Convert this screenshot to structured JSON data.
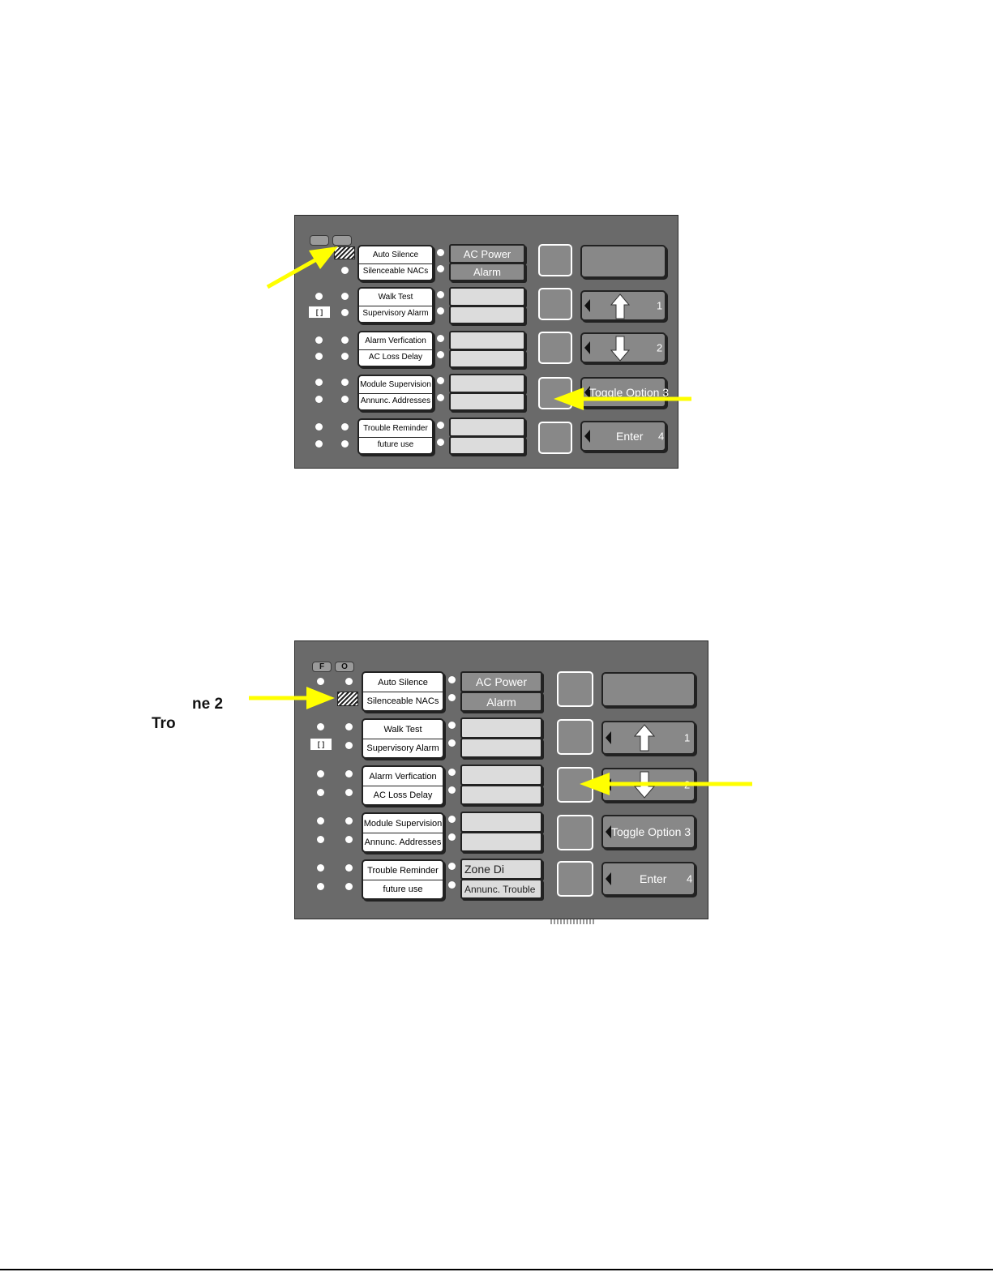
{
  "panel1": {
    "tabs": [
      "",
      ""
    ],
    "option_labels": [
      [
        "Auto Silence",
        "Silenceable NACs"
      ],
      [
        "Walk Test",
        "Supervisory Alarm"
      ],
      [
        "Alarm Verfication",
        "AC Loss Delay"
      ],
      [
        "Module Supervision",
        "Annunc. Addresses"
      ],
      [
        "Trouble Reminder",
        "future use"
      ]
    ],
    "status": [
      [
        "AC Power",
        "Alarm"
      ],
      [
        "",
        ""
      ],
      [
        "",
        ""
      ],
      [
        "",
        ""
      ],
      [
        "",
        ""
      ]
    ],
    "keys": [
      {
        "label": "",
        "num": ""
      },
      {
        "label": "",
        "num": "1",
        "icon": "up-arrow-icon"
      },
      {
        "label": "",
        "num": "2",
        "icon": "down-arrow-icon"
      },
      {
        "label": "Toggle Option 3",
        "num": ""
      },
      {
        "label": "Enter",
        "num": "4"
      }
    ]
  },
  "panel2": {
    "tabs": [
      "F",
      "O"
    ],
    "option_labels": [
      [
        "Auto Silence",
        "Silenceable NACs"
      ],
      [
        "Walk Test",
        "Supervisory Alarm"
      ],
      [
        "Alarm Verfication",
        "AC Loss Delay"
      ],
      [
        "Module Supervision",
        "Annunc. Addresses"
      ],
      [
        "Trouble Reminder",
        "future use"
      ]
    ],
    "status": [
      [
        "AC Power",
        "Alarm"
      ],
      [
        "",
        ""
      ],
      [
        "",
        ""
      ],
      [
        "",
        ""
      ],
      [
        "Zone Di",
        "Annunc. Trouble"
      ]
    ],
    "keys": [
      {
        "label": "",
        "num": ""
      },
      {
        "label": "",
        "num": "1",
        "icon": "up-arrow-icon"
      },
      {
        "label": "",
        "num": "2",
        "icon": "down-arrow-icon"
      },
      {
        "label": "Toggle Option 3",
        "num": ""
      },
      {
        "label": "Enter",
        "num": "4"
      }
    ]
  },
  "side_text": {
    "line1": "ne 2",
    "line2": "Tro"
  },
  "colors": {
    "panel": "#6a6a6a",
    "arrow": "#ffff00",
    "led": "#ffffff"
  }
}
